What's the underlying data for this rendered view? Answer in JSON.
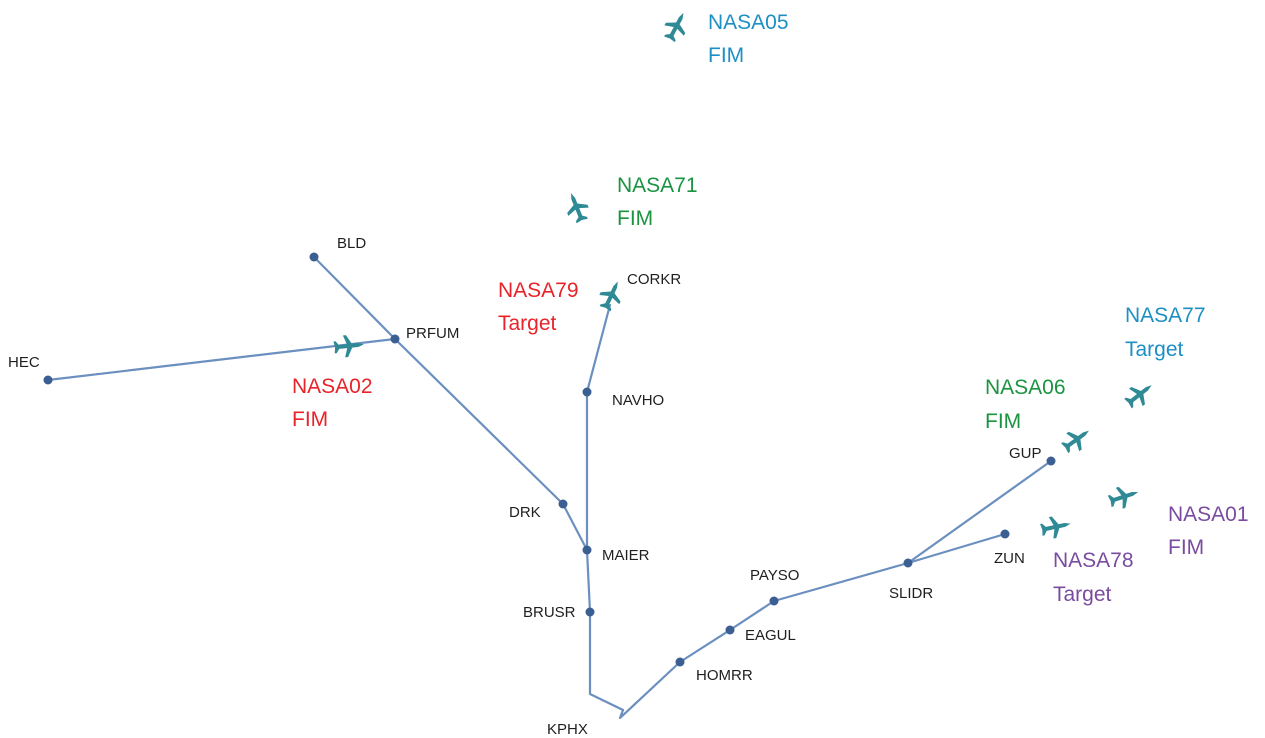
{
  "colors": {
    "route": "#6b8fbf",
    "waypoint": "#3b5f93",
    "aircraft_icon": "#2f8a96",
    "red": "#e8232a",
    "green": "#1a9441",
    "blue": "#1e8fc4",
    "purple": "#7a4ca0"
  },
  "waypoints": {
    "BLD": "BLD",
    "PRFUM": "PRFUM",
    "HEC": "HEC",
    "CORKR": "CORKR",
    "NAVHO": "NAVHO",
    "DRK": "DRK",
    "MAIER": "MAIER",
    "BRUSR": "BRUSR",
    "KPHX": "KPHX",
    "HOMRR": "HOMRR",
    "EAGUL": "EAGUL",
    "PAYSO": "PAYSO",
    "SLIDR": "SLIDR",
    "ZUN": "ZUN",
    "GUP": "GUP"
  },
  "aircraft": {
    "nasa05": {
      "callsign": "NASA05",
      "role": "FIM",
      "color": "#1e8fc4",
      "icon": "airplane-icon"
    },
    "nasa71": {
      "callsign": "NASA71",
      "role": "FIM",
      "color": "#1a9441",
      "icon": "airplane-icon"
    },
    "nasa79": {
      "callsign": "NASA79",
      "role": "Target",
      "color": "#e8232a",
      "icon": "airplane-icon"
    },
    "nasa02": {
      "callsign": "NASA02",
      "role": "FIM",
      "color": "#e8232a",
      "icon": "airplane-icon"
    },
    "nasa77": {
      "callsign": "NASA77",
      "role": "Target",
      "color": "#1e8fc4",
      "icon": "airplane-icon"
    },
    "nasa06": {
      "callsign": "NASA06",
      "role": "FIM",
      "color": "#1a9441",
      "icon": "airplane-icon"
    },
    "nasa01": {
      "callsign": "NASA01",
      "role": "FIM",
      "color": "#7a4ca0",
      "icon": "airplane-icon"
    },
    "nasa78": {
      "callsign": "NASA78",
      "role": "Target",
      "color": "#7a4ca0",
      "icon": "airplane-icon"
    }
  }
}
